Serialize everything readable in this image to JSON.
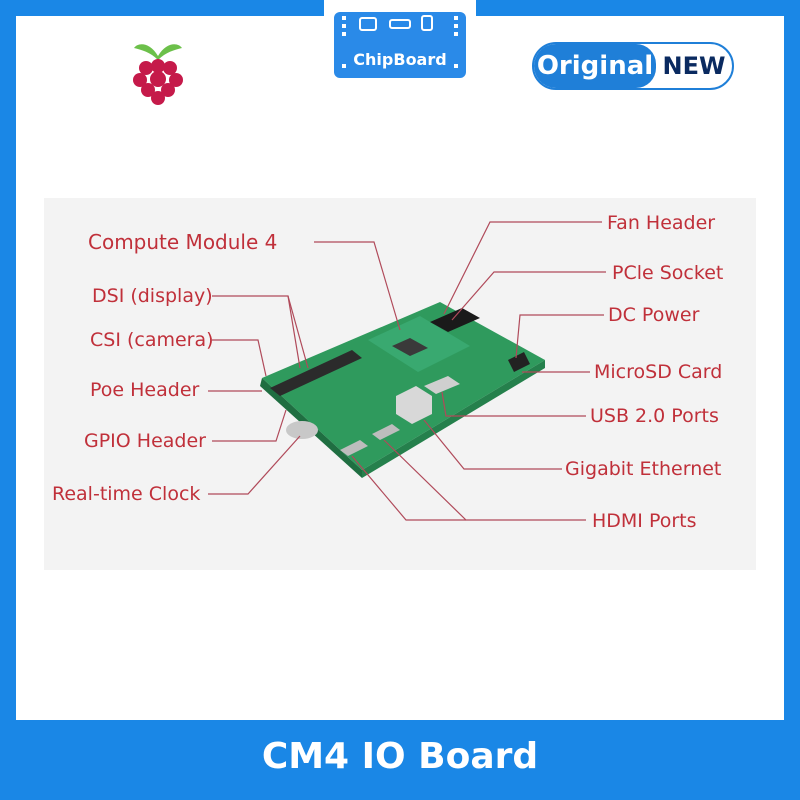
{
  "brand": {
    "chip_badge_label": "ChipBoard",
    "original_label": "Original",
    "new_label": "NEW",
    "logo_icon": "raspberry-pi-logo-icon",
    "colors": {
      "frame_blue": "#1a87e6",
      "badge_blue": "#1f7fd8",
      "label_red": "#c0303a",
      "leader_line": "#b04a5a",
      "pcb_green": "#3aa86a"
    }
  },
  "diagram": {
    "labels": {
      "compute_module": "Compute Module 4",
      "dsi": "DSI (display)",
      "csi": "CSI (camera)",
      "poe": "Poe Header",
      "gpio": "GPIO Header",
      "rtc": "Real-time Clock",
      "fan": "Fan Header",
      "pcie": "PCle Socket",
      "dc": "DC Power",
      "microsd": "MicroSD Card",
      "usb": "USB 2.0 Ports",
      "ethernet": "Gigabit Ethernet",
      "hdmi": "HDMI Ports"
    }
  },
  "footer": {
    "title": "CM4 IO Board"
  }
}
